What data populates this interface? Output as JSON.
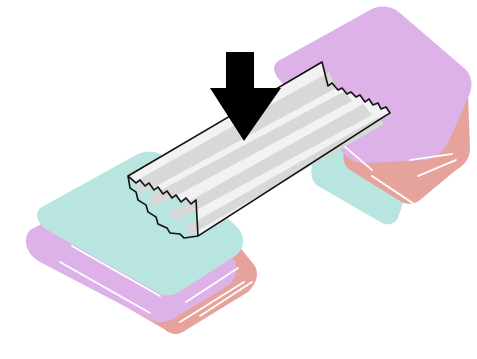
{
  "diagram": {
    "elements": [
      "left-stack",
      "right-stack",
      "folded-strip",
      "down-arrow"
    ],
    "colors": {
      "pink": "#e6a39b",
      "purple": "#dcb2e8",
      "teal": "#b9e5e0",
      "strip_light": "#f2f2f2",
      "strip_band": "#d8d8d8",
      "outline": "#111111",
      "highlight": "#ffffff"
    }
  }
}
